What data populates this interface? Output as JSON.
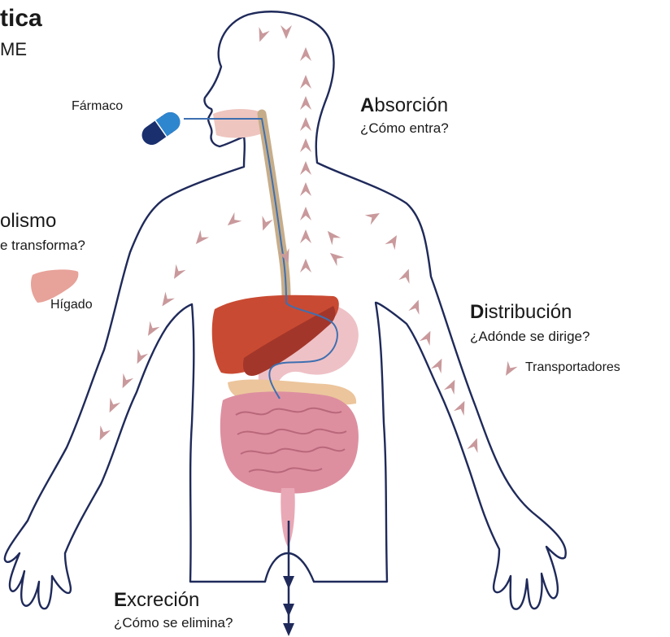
{
  "header": {
    "title": "tica",
    "subtitle": "ME"
  },
  "labels": {
    "drug": "Fármaco",
    "liver": "Hígado",
    "transporters": "Transportadores"
  },
  "stages": {
    "absorption": {
      "initial": "A",
      "rest": "bsorción",
      "question": "¿Cómo entra?"
    },
    "metabolism": {
      "initial": "",
      "rest": "olismo",
      "question": "e transforma?"
    },
    "distribution": {
      "initial": "D",
      "rest": "istribución",
      "question": "¿Adónde se dirige?"
    },
    "excretion": {
      "initial": "E",
      "rest": "xcreción",
      "question": "¿Cómo se elimina?"
    }
  },
  "colors": {
    "outline": "#1f2a5a",
    "arrow": "#c9999c",
    "liver": "#c94a32",
    "liver_dark": "#a3362a",
    "stomach": "#eec1c6",
    "intestine": "#dd8fa0",
    "esophagus": "#c6ad8a",
    "mouth": "#eec5bf",
    "pill_light": "#2e86cf",
    "pill_dark": "#1a2f6e",
    "path": "#3e6fb0"
  }
}
